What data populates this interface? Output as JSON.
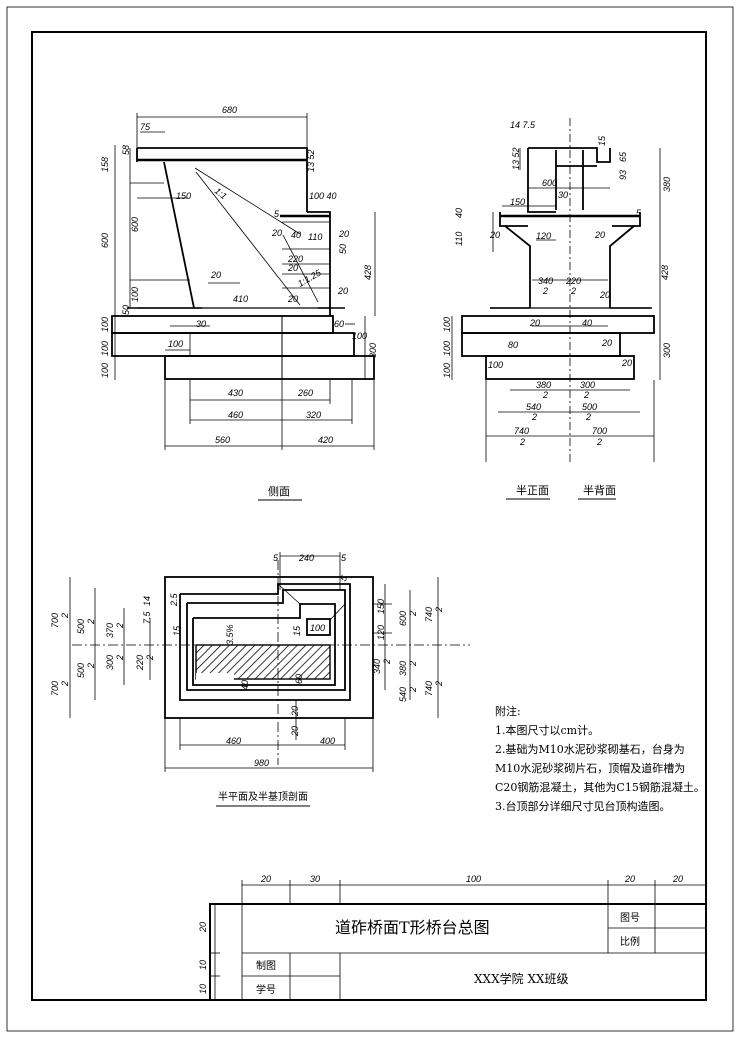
{
  "side_view": {
    "caption": "侧面",
    "dims": {
      "d680": "680",
      "d75": "75",
      "d58": "58",
      "d158": "158",
      "d13_52": "13 52",
      "d600": "600",
      "d150": "150",
      "slope1": "1:1",
      "d100_40": "100 40",
      "d5": "5",
      "d20a": "20",
      "d40": "40",
      "d110": "110",
      "d20b": "20",
      "d220": "220",
      "d20c": "20",
      "slope2": "1:1.25",
      "d428": "428",
      "d20d": "20",
      "d100v": "100",
      "d20e": "20",
      "d410": "410",
      "d20f": "20",
      "d50": "50",
      "d30": "30",
      "d60": "60",
      "d100c": "100",
      "d100h": "100",
      "d300": "300",
      "d430": "430",
      "d260": "260",
      "d460": "460",
      "d320": "320",
      "d560": "560",
      "d420": "420",
      "v100a": "100",
      "v100b": "100",
      "v100c": "100"
    }
  },
  "front_view": {
    "caption_front": "半正面",
    "caption_back": "半背面",
    "dims": {
      "d14_75": "14 7.5",
      "d13_52": "13 52",
      "d15": "15",
      "d600": "600",
      "d93": "93",
      "d65": "65",
      "d380": "380",
      "d30": "30",
      "d150": "150",
      "d40v": "40",
      "d5": "5",
      "d20a": "20",
      "d120": "120",
      "d20b": "20",
      "d110v": "110",
      "d428": "428",
      "n340": "340",
      "n220": "220",
      "den2": "2",
      "d20c": "20",
      "d40": "40",
      "d80": "80",
      "d20d": "20",
      "d300": "300",
      "d100": "100",
      "d20e": "20",
      "n380": "380",
      "n300": "300",
      "n540": "540",
      "n500": "500",
      "n740": "740",
      "n700": "700",
      "v100a": "100",
      "v100b": "100",
      "v100c": "100"
    }
  },
  "plan_view": {
    "caption": "半平面及半基顶剖面",
    "dims": {
      "d5a": "5",
      "d240": "240",
      "d5b": "5",
      "n700a": "700",
      "n500a": "500",
      "n370": "370",
      "d14": "14",
      "d7_5": "7.5",
      "d2_5": "2.5",
      "d15a": "15",
      "slope": "3.5%",
      "d15b": "15",
      "d100": "100",
      "d150": "150",
      "d120": "120",
      "n600": "600",
      "n740a": "740",
      "n300": "300",
      "n220": "220",
      "n340": "340",
      "n380": "380",
      "n540": "540",
      "n740b": "740",
      "n700b": "700",
      "n500b": "500",
      "d40": "40",
      "d60": "60",
      "d20a": "20",
      "d20b": "20",
      "d460": "460",
      "d400": "400",
      "d980": "980",
      "d5c": "5",
      "den2": "2"
    }
  },
  "notes": {
    "heading": "附注:",
    "lines": [
      "1.本图尺寸以cm计。",
      "2.基础为M10水泥砂浆砌基石，台身为M10水泥砂浆砌片石，顶帽及道砟槽为C20钢筋混凝土，其他为C15钢筋混凝土。",
      "3.台顶部分详细尺寸见台顶构造图。"
    ]
  },
  "title_block": {
    "col_dims": [
      "20",
      "30",
      "100",
      "20",
      "20"
    ],
    "row_dims": [
      "20",
      "10",
      "10"
    ],
    "title": "道砟桥面T形桥台总图",
    "label_drawing_no": "图号",
    "label_scale": "比例",
    "label_drawn_by": "制图",
    "label_student_id": "学号",
    "school": "XXX学院  XX班级"
  }
}
